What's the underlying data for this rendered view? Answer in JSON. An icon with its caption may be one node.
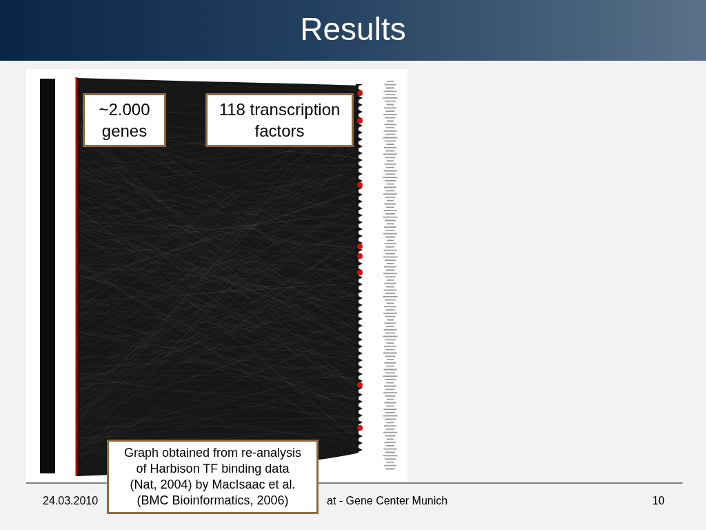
{
  "diagram": {
    "title": "Results",
    "nodes": [
      {
        "text": [
          "~2.000 genes"
        ]
      },
      {
        "text": [
          "118 transcription factors"
        ]
      },
      {
        "text": [
          "Graph obtained from re-analysis of Harbison TF binding data (Nat, 2004) by MacIsaac et al. (BMC Bioinformatics, 2006)"
        ]
      }
    ],
    "labels": [
      "24.03.2010",
      "at - Gene Center Munich",
      "10"
    ]
  }
}
